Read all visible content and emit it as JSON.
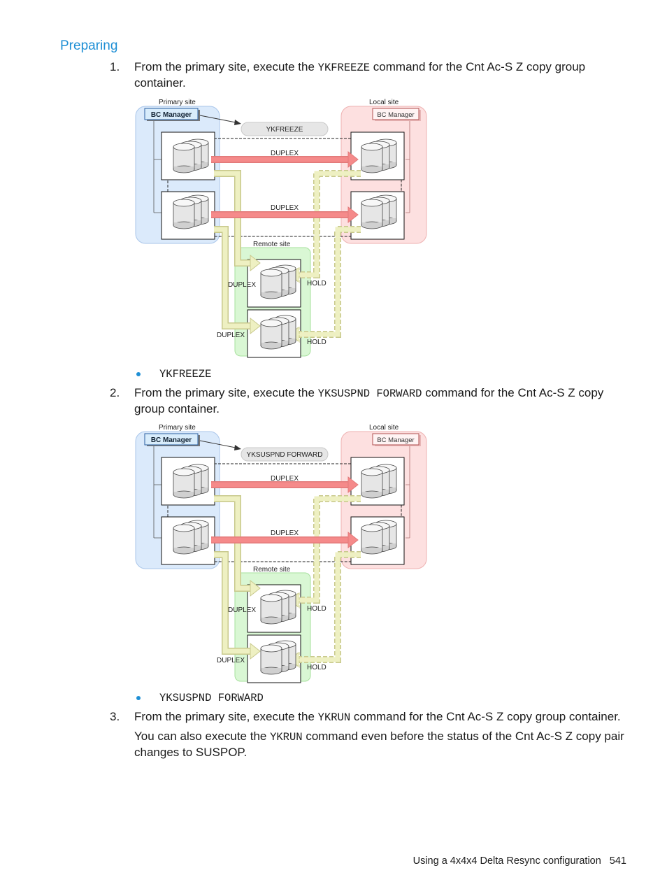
{
  "heading": "Preparing",
  "steps": [
    {
      "num": "1.",
      "pre": "From the primary site, execute the ",
      "cmd": "YKFREEZE",
      "post": " command for the Cnt Ac-S Z copy group container."
    },
    {
      "num": "2.",
      "pre": "From the primary site, execute the ",
      "cmd": "YKSUSPND FORWARD",
      "post": " command for the Cnt Ac-S Z copy group container."
    },
    {
      "num": "3.",
      "pre": "From the primary site, execute the ",
      "cmd": "YKRUN",
      "post": " command for the Cnt Ac-S Z copy group container."
    }
  ],
  "note": {
    "pre": "You can also execute the ",
    "cmd": "YKRUN",
    "post": " command even before the status of the Cnt Ac-S Z copy pair changes to SUSPOP."
  },
  "bullets": [
    "YKFREEZE",
    "YKSUSPND FORWARD"
  ],
  "diagram1": {
    "primary_site": "Primary site",
    "local_site": "Local site",
    "remote_site": "Remote site",
    "bc_manager_primary": "BC Manager",
    "bc_manager_local": "BC Manager",
    "command": "YKFREEZE",
    "pair1": "DUPLEX",
    "pair2": "DUPLEX",
    "remote1_left": "DUPLEX",
    "remote2_left": "DUPLEX",
    "remote1_right": "HOLD",
    "remote2_right": "HOLD"
  },
  "diagram2": {
    "primary_site": "Primary site",
    "local_site": "Local site",
    "remote_site": "Remote site",
    "bc_manager_primary": "BC Manager",
    "bc_manager_local": "BC Manager",
    "command": "YKSUSPND FORWARD",
    "pair1": "DUPLEX",
    "pair2": "DUPLEX",
    "remote1_left": "DUPLEX",
    "remote2_left": "DUPLEX",
    "remote1_right": "HOLD",
    "remote2_right": "HOLD"
  },
  "footer": {
    "title": "Using a 4x4x4 Delta Resync configuration",
    "page": "541"
  },
  "colors": {
    "accent": "#1e8fd5",
    "primary_bg": "#dbeafb",
    "local_bg": "#fde0e0",
    "remote_bg": "#d9f7d4",
    "copy_arrow": "#f58a8a",
    "dr_arrow": "#eef0c2"
  }
}
